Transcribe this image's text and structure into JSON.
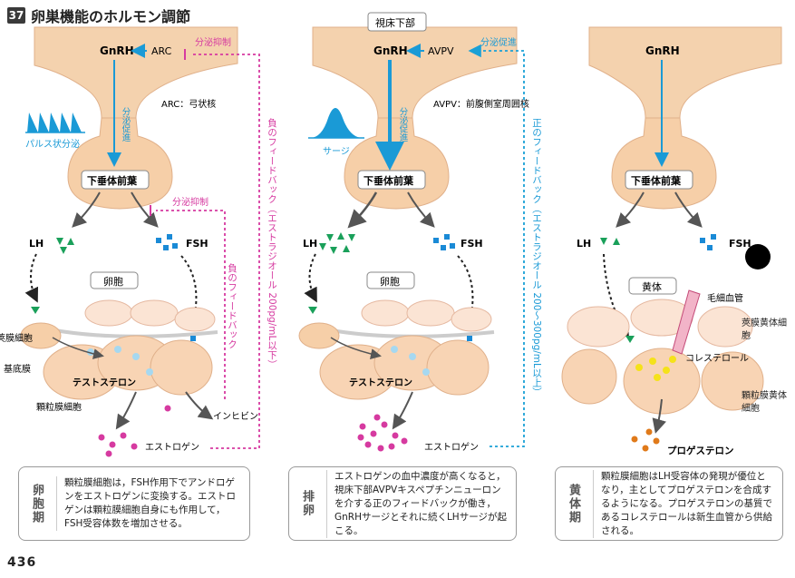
{
  "header": {
    "number": "37",
    "title": "卵巣機能のホルモン調節"
  },
  "page_number": "436",
  "panels": [
    {
      "hypothalamus_label": "",
      "gnrh": "GnRH",
      "nucleus": "ARC",
      "nucleus_note": "ARC：弓状核",
      "secretion_label": "分泌促進",
      "pulse_label": "パルス状分泌",
      "pituitary": "下垂体前葉",
      "lh": "LH",
      "fsh": "FSH",
      "structure": "卵胞",
      "feedback_top_label": "分泌抑制",
      "feedback_mid_label": "分泌抑制",
      "feedback_long_text": "負のフィードバック（エストラジオール 200pg/mL以下）",
      "feedback_short_text": "負のフィードバック",
      "theca": "莢膜細胞",
      "basement": "基底膜",
      "granulosa": "顆粒膜細胞",
      "testosterone": "テストステロン",
      "inhibin": "インヒビン",
      "estrogen": "エストロゲン",
      "phase": "卵胞期",
      "description": "顆粒膜細胞は，FSH作用下でアンドロゲンをエストロゲンに変換する。エストロゲンは顆粒膜細胞自身にも作用して，FSH受容体数を増加させる。"
    },
    {
      "hypothalamus_label": "視床下部",
      "gnrh": "GnRH",
      "nucleus": "AVPV",
      "nucleus_note": "AVPV：前腹側室周囲核",
      "secretion_label": "分泌促進",
      "surge_label": "サージ",
      "pituitary": "下垂体前葉",
      "lh": "LH",
      "fsh": "FSH",
      "structure": "卵胞",
      "feedback_top_label": "分泌促進",
      "feedback_long_text": "正のフィードバック（エストラジオール 200～300pg/mL以上）",
      "testosterone": "テストステロン",
      "estrogen": "エストロゲン",
      "phase": "排卵",
      "description": "エストロゲンの血中濃度が高くなると，視床下部AVPVキスペプチンニューロンを介する正のフィードバックが働き，GnRHサージとそれに続くLHサージが起こる。"
    },
    {
      "gnrh": "GnRH",
      "pituitary": "下垂体前葉",
      "lh": "LH",
      "fsh": "FSH",
      "structure": "黄体",
      "capillary": "毛細血管",
      "theca_lutein": "莢膜黄体細胞",
      "cholesterol": "コレステロール",
      "granulosa_lutein": "顆粒膜黄体細胞",
      "progesterone": "プロゲステロン",
      "phase": "黄体期",
      "description": "顆粒膜細胞はLH受容体の発現が優位となり，主としてプロゲステロンを合成するようになる。プロゲステロンの基質であるコレステロールは新生血管から供給される。"
    }
  ],
  "colors": {
    "arrow_blue": "#1a9ad6",
    "magenta": "#d63aa0",
    "lh_green": "#1aa05a",
    "fsh_blue": "#1a8ad6",
    "tissue": "#f6cfa8",
    "cell": "#fbe4d4"
  }
}
